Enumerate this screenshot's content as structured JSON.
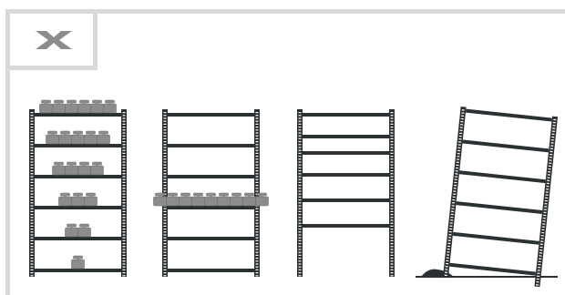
{
  "window": {
    "close_button": {
      "icon": "close-x-icon",
      "color": "#8c8c8c"
    }
  },
  "frame": {
    "color": "#d9d9d9"
  },
  "illustration": {
    "shelf_color": "#2b3033",
    "weight_color": "#8c8c8c",
    "racks": [
      {
        "shelves": 6,
        "weights_per_shelf": [
          6,
          5,
          4,
          3,
          2,
          1
        ]
      },
      {
        "shelves": 6,
        "weights_per_shelf": [
          0,
          0,
          0,
          9,
          0,
          0
        ]
      },
      {
        "shelves": 6,
        "weights_per_shelf": [
          0,
          0,
          0,
          0,
          0,
          0
        ]
      },
      {
        "shelves": 6,
        "weights_per_shelf": [
          0,
          0,
          0,
          0,
          0,
          0
        ],
        "tilted": true
      }
    ]
  }
}
